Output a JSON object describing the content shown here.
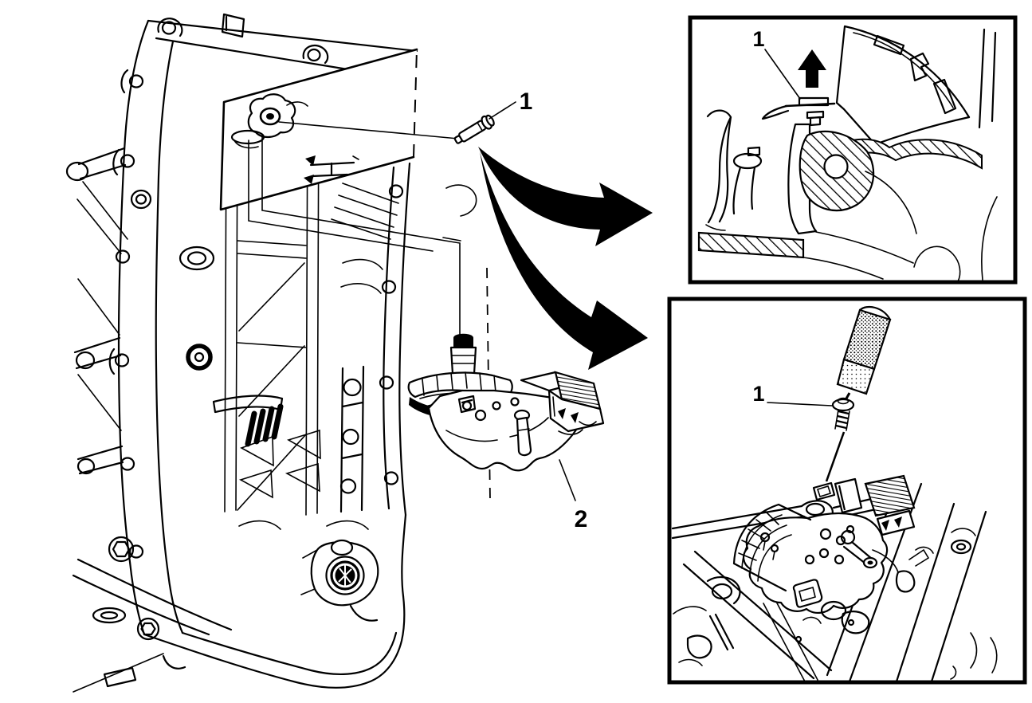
{
  "diagram": {
    "colors": {
      "background": "#ffffff",
      "line": "#000000"
    },
    "main_view": {
      "callouts": {
        "pin": {
          "label": "1"
        },
        "assembly": {
          "label": "2"
        }
      },
      "icons": {
        "arrow_to_top_inset": "curved-arrow-icon",
        "arrow_to_bottom_inset": "curved-arrow-icon"
      }
    },
    "top_inset": {
      "callouts": {
        "retainer": {
          "label": "1"
        }
      },
      "icons": {
        "direction": "up-arrow-icon"
      }
    },
    "bottom_inset": {
      "callouts": {
        "pin": {
          "label": "1"
        }
      }
    }
  }
}
